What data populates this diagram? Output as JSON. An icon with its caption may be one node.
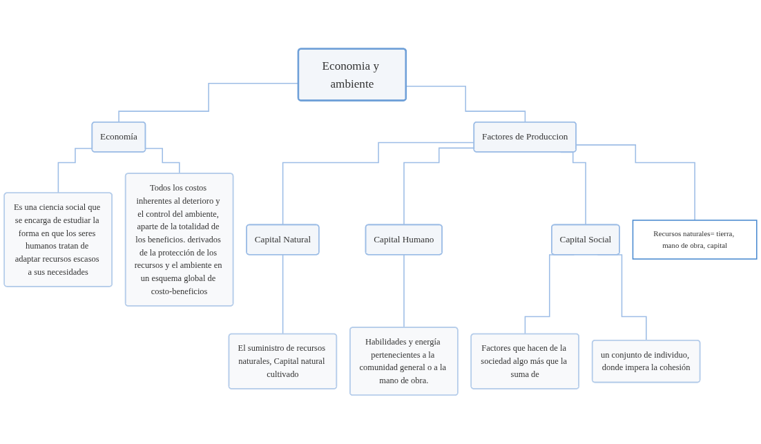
{
  "diagram": {
    "nodes": [
      {
        "text": [
          "Economia y ambiente"
        ]
      },
      {
        "text": [
          "Economía"
        ]
      },
      {
        "text": [
          "Factores de Produccion"
        ]
      },
      {
        "text": [
          "Es una ciencia social que se encarga de estudiar la forma en que los seres humanos tratan de adaptar recursos escasos a sus necesidades"
        ]
      },
      {
        "text": [
          "Todos los costos inherentes al deterioro y el control del ambiente, aparte de la totalidad de los beneficios. derivados de la protección de los recursos y el ambiente en un esquema global de costo-beneficios"
        ]
      },
      {
        "text": [
          "Capital Natural"
        ]
      },
      {
        "text": [
          "Capital Humano"
        ]
      },
      {
        "text": [
          "Capital Social"
        ]
      },
      {
        "text": [
          "El suministro de recursos naturales, Capital natural cultivado"
        ]
      },
      {
        "text": [
          "Habilidades y energía pertenecientes a la comunidad general o a la mano de obra."
        ]
      },
      {
        "text": [
          "Factores que hacen de la sociedad algo más que la suma de"
        ]
      },
      {
        "text": [
          "un conjunto de individuo, donde impera la cohesión"
        ]
      },
      {
        "text": [
          "Recursos naturales= tierra, mano de obra, capital"
        ]
      }
    ],
    "edges": [
      {
        "from": 0,
        "to": 1,
        "arrow": "none"
      },
      {
        "from": 0,
        "to": 2,
        "arrow": "none"
      },
      {
        "from": 1,
        "to": 3,
        "arrow": "none"
      },
      {
        "from": 1,
        "to": 4,
        "arrow": "none"
      },
      {
        "from": 2,
        "to": 5,
        "arrow": "none"
      },
      {
        "from": 2,
        "to": 6,
        "arrow": "none"
      },
      {
        "from": 2,
        "to": 7,
        "arrow": "none"
      },
      {
        "from": 5,
        "to": 8,
        "arrow": "none"
      },
      {
        "from": 6,
        "to": 9,
        "arrow": "none"
      },
      {
        "from": 7,
        "to": 10,
        "arrow": "none"
      },
      {
        "from": 7,
        "to": 11,
        "arrow": "none"
      },
      {
        "from": 2,
        "to": 12,
        "arrow": "none"
      }
    ]
  }
}
